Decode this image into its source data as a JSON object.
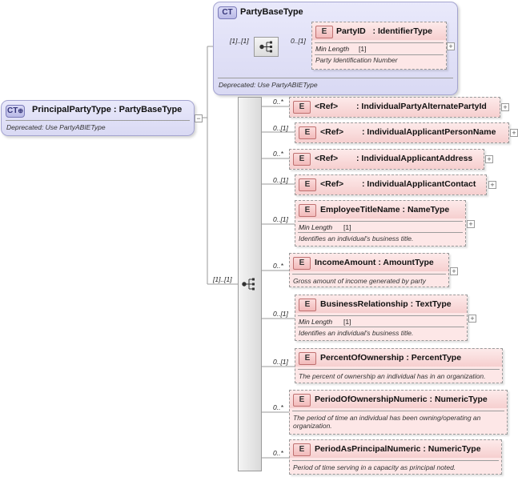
{
  "principal": {
    "badge": "CT",
    "name": "PrincipalPartyType : PartyBaseType",
    "deprecated": "Deprecated: Use PartyABIEType"
  },
  "partyBase": {
    "badge": "CT",
    "name": "PartyBaseType",
    "deprecated": "Deprecated: Use PartyABIEType",
    "occurrence_in": "[1]..[1]",
    "child": {
      "badge": "E",
      "name": "PartyID",
      "type": ": IdentifierType",
      "occurrence": "0..[1]",
      "facet_label": "Min Length",
      "facet_value": "[1]",
      "description": "Party Identification Number"
    }
  },
  "sequence": {
    "occurrence": "[1]..[1]"
  },
  "elements": [
    {
      "badge": "E",
      "name": "<Ref>",
      "type": ": IndividualPartyAlternatePartyId",
      "occurrence": "0..*"
    },
    {
      "badge": "E",
      "name": "<Ref>",
      "type": ": IndividualApplicantPersonName",
      "occurrence": "0..[1]"
    },
    {
      "badge": "E",
      "name": "<Ref>",
      "type": ": IndividualApplicantAddress",
      "occurrence": "0..*"
    },
    {
      "badge": "E",
      "name": "<Ref>",
      "type": ": IndividualApplicantContact",
      "occurrence": "0..[1]"
    },
    {
      "badge": "E",
      "name": "EmployeeTitleName",
      "type": ": NameType",
      "occurrence": "0..[1]",
      "facet_label": "Min Length",
      "facet_value": "[1]",
      "description": "Identifies an individual's business title."
    },
    {
      "badge": "E",
      "name": "IncomeAmount",
      "type": ": AmountType",
      "occurrence": "0..*",
      "description": "Gross amount of income generated by party"
    },
    {
      "badge": "E",
      "name": "BusinessRelationship",
      "type": ": TextType",
      "occurrence": "0..[1]",
      "facet_label": "Min Length",
      "facet_value": "[1]",
      "description": "Identifies an individual's business title."
    },
    {
      "badge": "E",
      "name": "PercentOfOwnership",
      "type": ": PercentType",
      "occurrence": "0..[1]",
      "description": "The percent of ownership an individual has in an organization."
    },
    {
      "badge": "E",
      "name": "PeriodOfOwnershipNumeric",
      "type": ": NumericType",
      "occurrence": "0..*",
      "description": "The period of time an individual has been owning/operating an organization."
    },
    {
      "badge": "E",
      "name": "PeriodAsPrincipalNumeric",
      "type": ": NumericType",
      "occurrence": "0..*",
      "description": "Period of time serving in a capacity as principal noted."
    }
  ],
  "colors": {
    "complex_type_fill": "#e0e0f7",
    "element_fill": "#fde7e7",
    "connector": "#9a9a9a"
  }
}
